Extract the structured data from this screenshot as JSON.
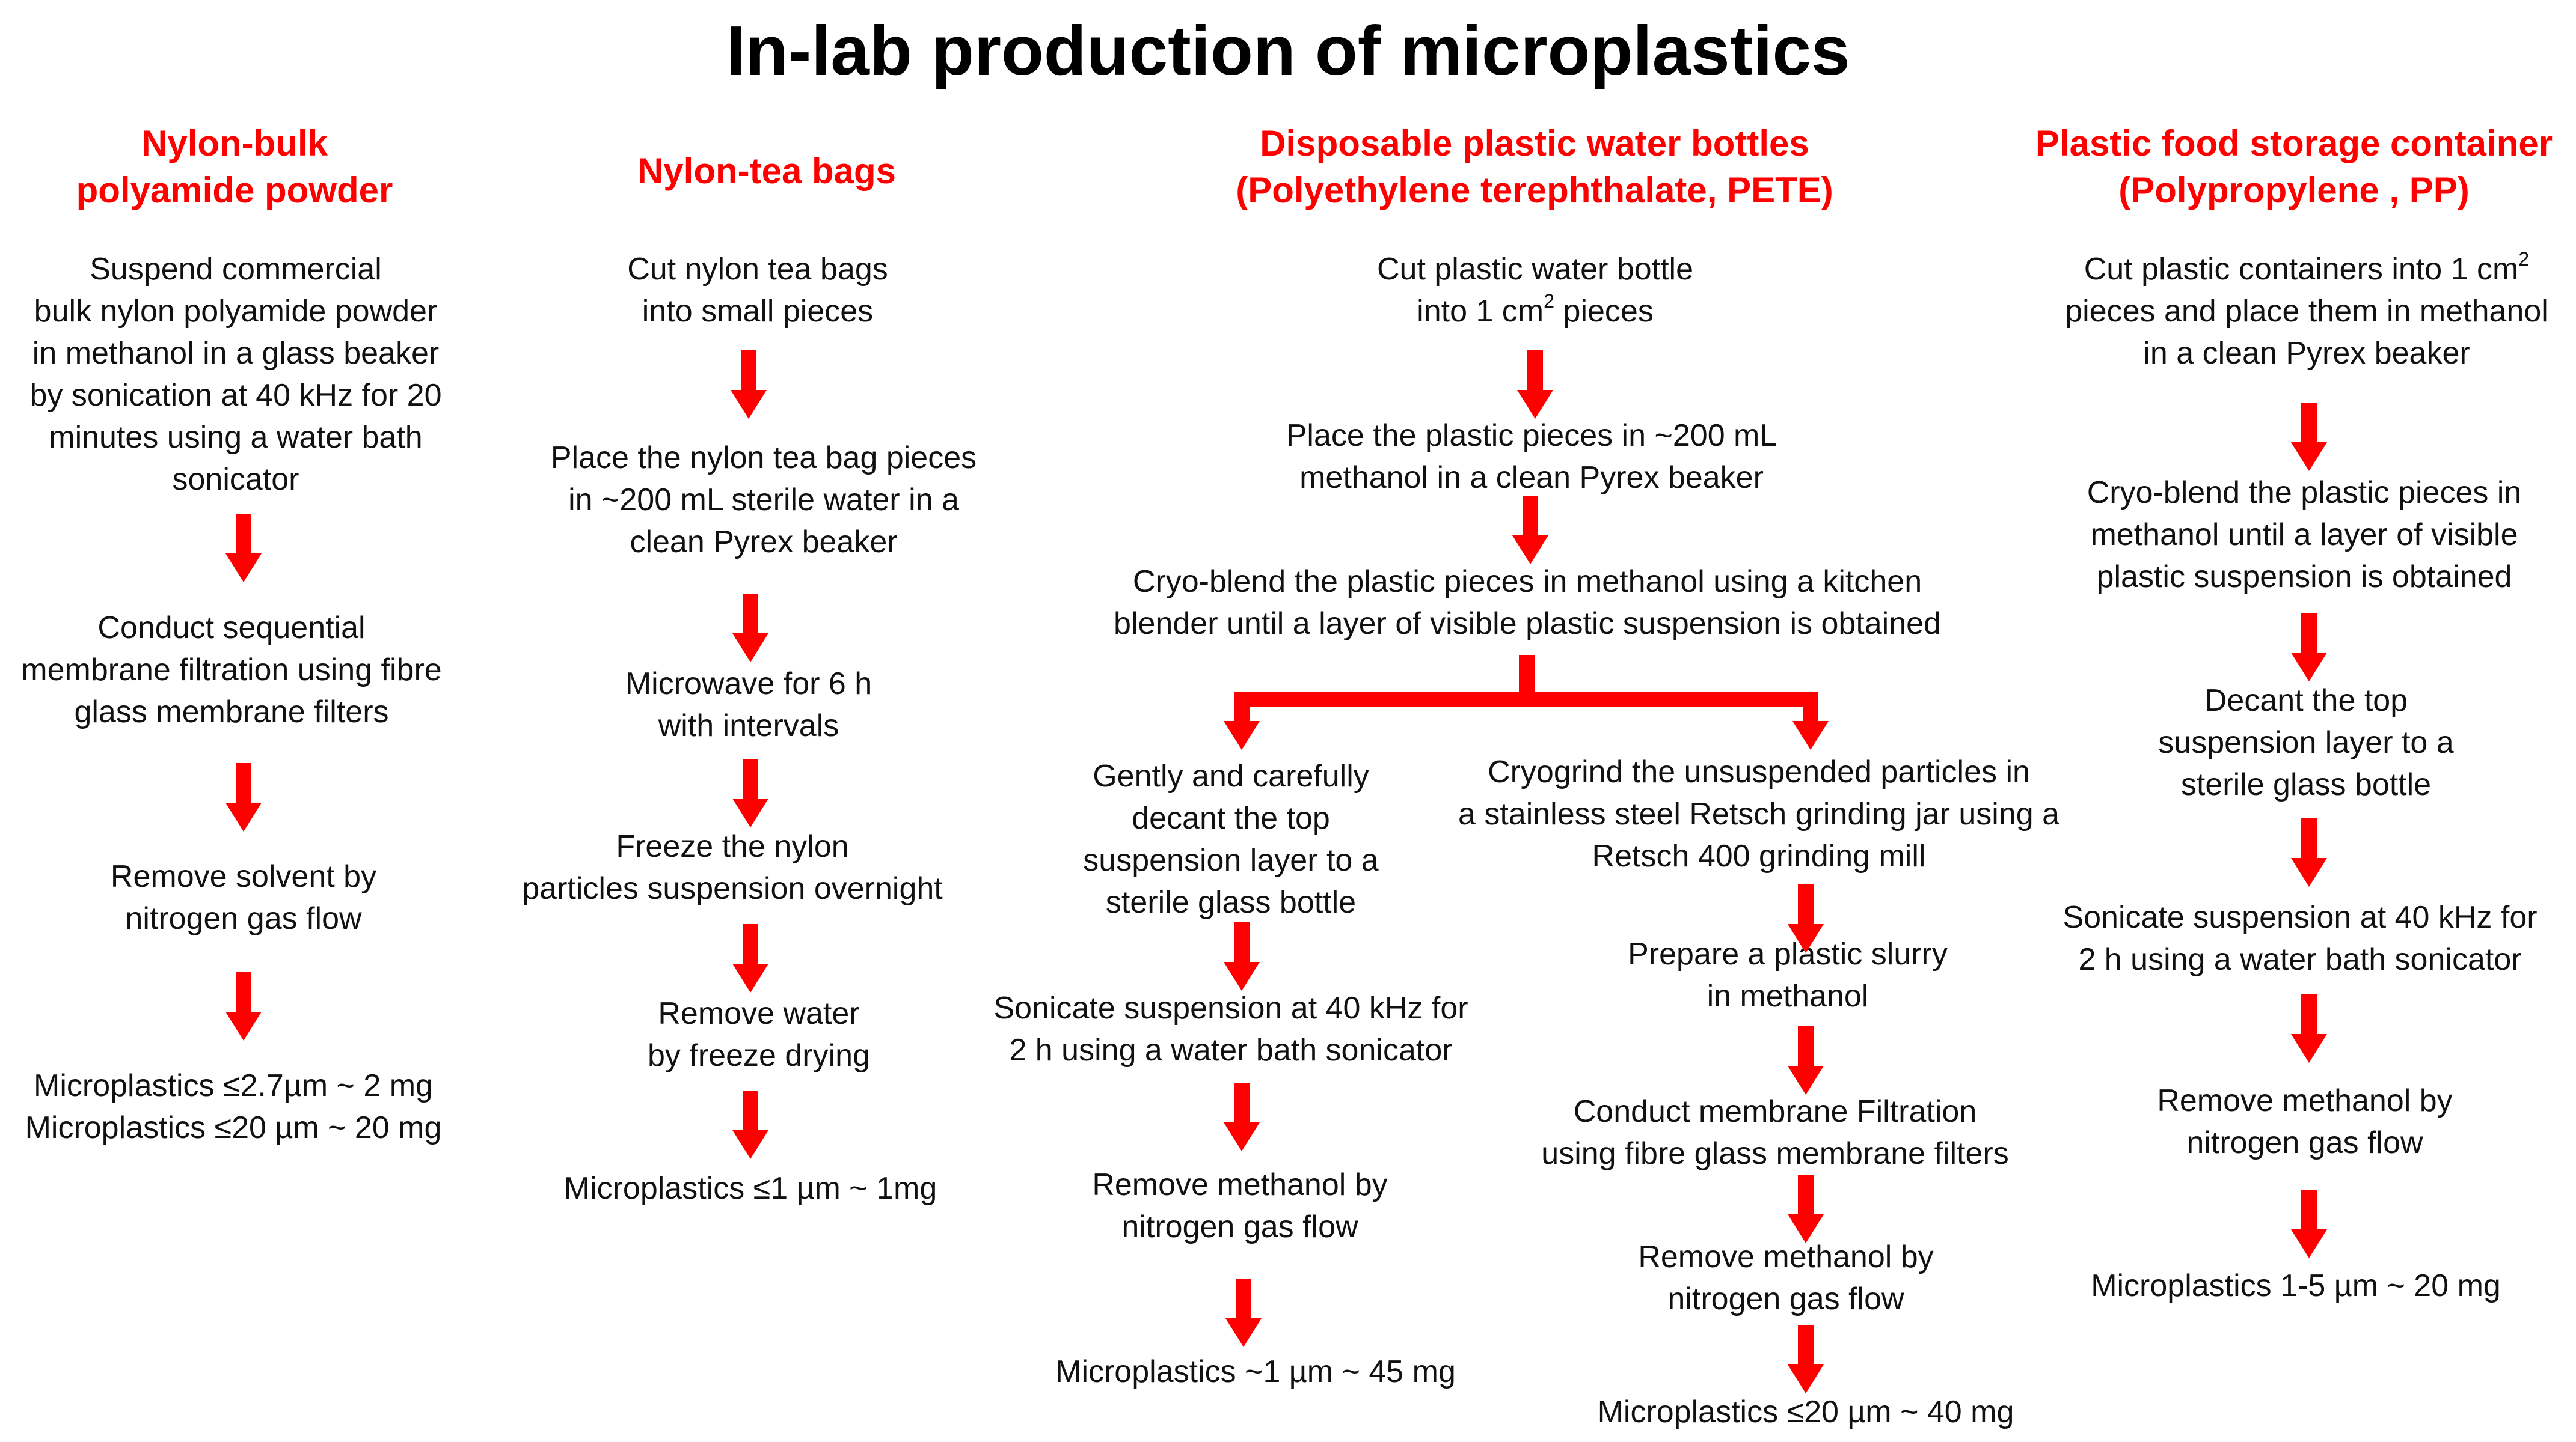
{
  "title": "In-lab production of microplastics",
  "accent_color": "#ff0000",
  "columns": [
    {
      "header": [
        "Nylon-bulk",
        "polyamide powder"
      ],
      "steps": [
        [
          "Suspend commercial",
          "bulk nylon polyamide  powder",
          "in methanol in a glass beaker",
          "by sonication at 40 kHz for 20",
          "minutes using a water bath",
          "sonicator"
        ],
        [
          "Conduct sequential",
          "membrane filtration using fibre",
          "glass membrane filters"
        ],
        [
          "Remove solvent by",
          "nitrogen gas flow"
        ],
        [
          "Microplastics ≤2.7µm  ~ 2 mg",
          "Microplastics ≤20 µm  ~ 20 mg"
        ]
      ]
    },
    {
      "header": [
        "Nylon-tea bags"
      ],
      "steps": [
        [
          "Cut nylon tea bags",
          "into small pieces"
        ],
        [
          "Place the nylon tea bag pieces",
          "in ~200 mL sterile water in a",
          "clean Pyrex beaker"
        ],
        [
          "Microwave for 6 h",
          "with intervals"
        ],
        [
          "Freeze the nylon",
          "particles suspension overnight"
        ],
        [
          "Remove water",
          "by freeze drying"
        ],
        [
          "Microplastics ≤1 µm  ~ 1mg"
        ]
      ]
    },
    {
      "header": [
        "Disposable plastic water bottles",
        "(Polyethylene terephthalate, PETE)"
      ],
      "steps": [
        {
          "pre": "Cut plastic water bottle",
          "line2_pre": "into 1 cm",
          "sup": "2",
          "line2_post": " pieces"
        },
        [
          "Place the plastic pieces in ~200 mL",
          "methanol in a clean Pyrex beaker"
        ],
        [
          "Cryo-blend the plastic pieces in methanol using a kitchen",
          "blender until a layer of visible plastic suspension is obtained"
        ]
      ],
      "branch_left": [
        [
          "Gently and carefully",
          "decant the top",
          "suspension layer to a",
          "sterile glass bottle"
        ],
        [
          "Sonicate suspension  at 40 kHz for",
          "2 h using a water bath sonicator"
        ],
        [
          "Remove methanol by",
          "nitrogen gas flow"
        ],
        [
          "Microplastics ~1 µm  ~ 45 mg"
        ]
      ],
      "branch_right": [
        [
          "Cryogrind the unsuspended particles in",
          "a stainless steel Retsch grinding jar using a",
          "Retsch 400 grinding mill"
        ],
        [
          "Prepare a plastic slurry",
          "in methanol"
        ],
        [
          "Conduct membrane Filtration",
          "using fibre glass membrane filters"
        ],
        [
          "Remove methanol by",
          "nitrogen gas flow"
        ],
        [
          "Microplastics ≤20 µm  ~ 40 mg"
        ]
      ]
    },
    {
      "header": [
        "Plastic food storage container",
        "(Polypropylene , PP)"
      ],
      "steps": [
        {
          "pre": "Cut plastic containers into 1 cm",
          "sup": "2",
          "rest": [
            "pieces and place them in methanol",
            "in a clean Pyrex beaker"
          ]
        },
        [
          "Cryo-blend the plastic pieces in",
          "methanol until a layer of visible",
          "plastic suspension is obtained"
        ],
        [
          "Decant the top",
          "suspension layer to a",
          "sterile glass bottle"
        ],
        [
          "Sonicate suspension  at 40 kHz for",
          "2 h using a water bath sonicator"
        ],
        [
          "Remove methanol by",
          "nitrogen gas flow"
        ],
        [
          "Microplastics 1-5 µm  ~ 20 mg"
        ]
      ]
    }
  ]
}
